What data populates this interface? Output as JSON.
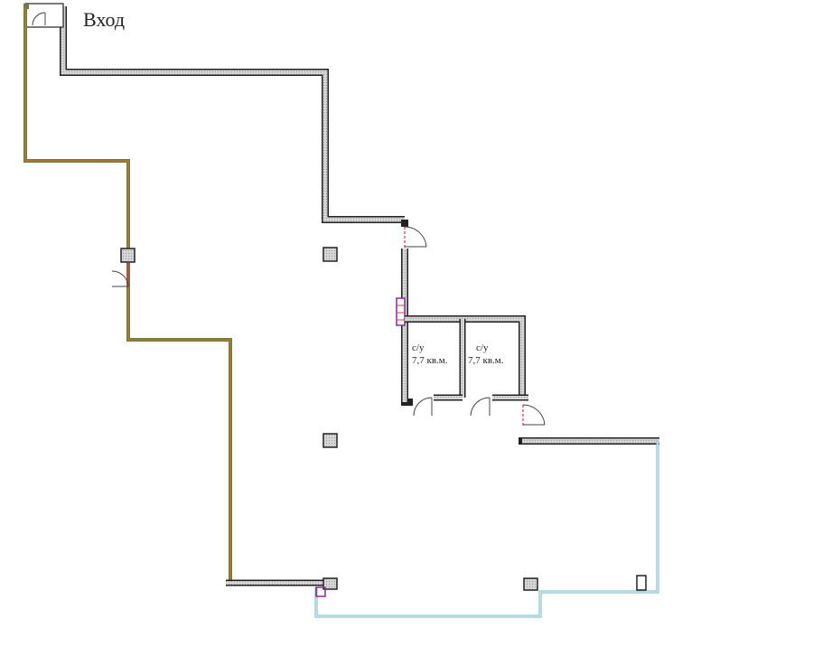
{
  "entrance": {
    "label": "Вход"
  },
  "rooms": [
    {
      "name": "с/у",
      "area": "7,7 кв.м."
    },
    {
      "name": "с/у",
      "area": "7,7 кв.м."
    }
  ],
  "colors": {
    "background": "#ffffff",
    "wall_fill": "#d8d8d8",
    "wall_stroke": "#222222",
    "exterior_green": "#6b7d3c",
    "exterior_orange": "#c8772a",
    "glazing_blue": "#6fb6cf",
    "door_red": "#e0304a",
    "marker_purple": "#8a2a9c"
  }
}
